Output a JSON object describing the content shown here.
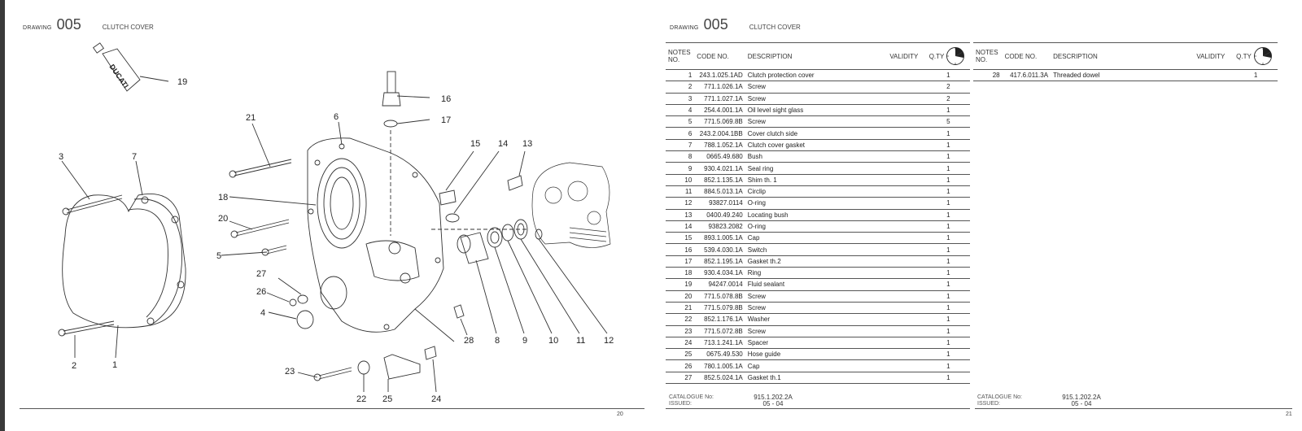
{
  "header": {
    "drawing_label": "DRAWING",
    "drawing_number": "005",
    "title": "CLUTCH COVER"
  },
  "page_numbers": {
    "left": "20",
    "right": "21"
  },
  "diagram": {
    "callouts": [
      "19",
      "16",
      "17",
      "21",
      "6",
      "15",
      "14",
      "13",
      "3",
      "7",
      "18",
      "20",
      "5",
      "27",
      "26",
      "4",
      "2",
      "1",
      "28",
      "8",
      "9",
      "10",
      "11",
      "12",
      "23",
      "22",
      "25",
      "24"
    ],
    "tube_label": "DUCATI"
  },
  "table": {
    "headers": {
      "notes": "NOTES",
      "no": "NO.",
      "code": "CODE NO.",
      "desc": "DESCRIPTION",
      "validity": "VALIDITY",
      "qty": "Q.TY"
    },
    "rows": [
      {
        "no": "1",
        "code": "243.1.025.1AD",
        "desc": "Clutch protection cover",
        "qty": "1"
      },
      {
        "no": "2",
        "code": "771.1.026.1A",
        "desc": "Screw",
        "qty": "2"
      },
      {
        "no": "3",
        "code": "771.1.027.1A",
        "desc": "Screw",
        "qty": "2"
      },
      {
        "no": "4",
        "code": "254.4.001.1A",
        "desc": "Oil level sight glass",
        "qty": "1"
      },
      {
        "no": "5",
        "code": "771.5.069.8B",
        "desc": "Screw",
        "qty": "5"
      },
      {
        "no": "6",
        "code": "243.2.004.1BB",
        "desc": "Cover clutch side",
        "qty": "1"
      },
      {
        "no": "7",
        "code": "788.1.052.1A",
        "desc": "Clutch cover gasket",
        "qty": "1"
      },
      {
        "no": "8",
        "code": "0665.49.680",
        "desc": "Bush",
        "qty": "1"
      },
      {
        "no": "9",
        "code": "930.4.021.1A",
        "desc": "Seal ring",
        "qty": "1"
      },
      {
        "no": "10",
        "code": "852.1.135.1A",
        "desc": "Shim th. 1",
        "qty": "1"
      },
      {
        "no": "11",
        "code": "884.5.013.1A",
        "desc": "Circlip",
        "qty": "1"
      },
      {
        "no": "12",
        "code": "93827.0114",
        "desc": "O-ring",
        "qty": "1"
      },
      {
        "no": "13",
        "code": "0400.49.240",
        "desc": "Locating bush",
        "qty": "1"
      },
      {
        "no": "14",
        "code": "93823.2082",
        "desc": "O-ring",
        "qty": "1"
      },
      {
        "no": "15",
        "code": "893.1.005.1A",
        "desc": "Cap",
        "qty": "1"
      },
      {
        "no": "16",
        "code": "539.4.030.1A",
        "desc": "Switch",
        "qty": "1"
      },
      {
        "no": "17",
        "code": "852.1.195.1A",
        "desc": "Gasket th.2",
        "qty": "1"
      },
      {
        "no": "18",
        "code": "930.4.034.1A",
        "desc": "Ring",
        "qty": "1"
      },
      {
        "no": "19",
        "code": "94247.0014",
        "desc": "Fluid sealant",
        "qty": "1"
      },
      {
        "no": "20",
        "code": "771.5.078.8B",
        "desc": "Screw",
        "qty": "1"
      },
      {
        "no": "21",
        "code": "771.5.079.8B",
        "desc": "Screw",
        "qty": "1"
      },
      {
        "no": "22",
        "code": "852.1.176.1A",
        "desc": "Washer",
        "qty": "1"
      },
      {
        "no": "23",
        "code": "771.5.072.8B",
        "desc": "Screw",
        "qty": "1"
      },
      {
        "no": "24",
        "code": "713.1.241.1A",
        "desc": "Spacer",
        "qty": "1"
      },
      {
        "no": "25",
        "code": "0675.49.530",
        "desc": "Hose guide",
        "qty": "1"
      },
      {
        "no": "26",
        "code": "780.1.005.1A",
        "desc": "Cap",
        "qty": "1"
      },
      {
        "no": "27",
        "code": "852.5.024.1A",
        "desc": "Gasket th.1",
        "qty": "1"
      }
    ],
    "rows2": [
      {
        "no": "28",
        "code": "417.6.011.3A",
        "desc": "Threaded dowel",
        "qty": "1"
      }
    ]
  },
  "footer": {
    "catalogue_label": "CATALOGUE No:",
    "issued_label": "ISSUED:",
    "catalogue_no": "915.1.202.2A",
    "issued": "05 - 04"
  },
  "colors": {
    "line": "#333333",
    "sidebar": "#3a3a3a"
  }
}
